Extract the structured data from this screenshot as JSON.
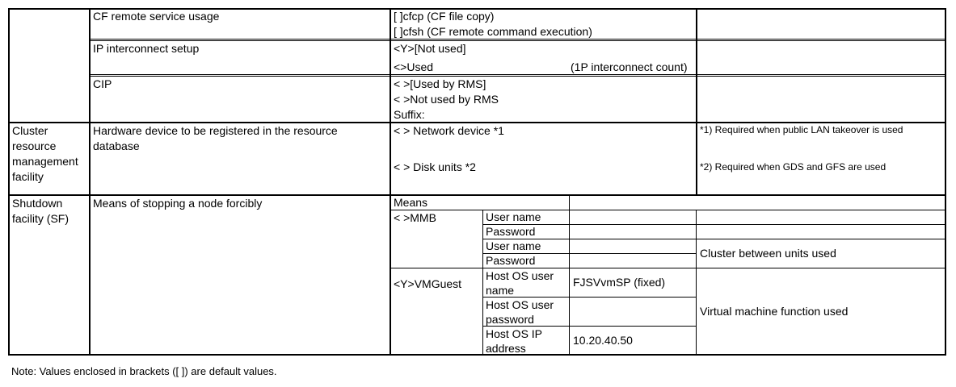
{
  "rows": {
    "cf_remote": {
      "item": "CF remote service usage",
      "options": [
        "[ ]cfcp (CF file copy)",
        "[ ]cfsh (CF remote command execution)"
      ]
    },
    "ip_interconnect": {
      "item": "IP interconnect setup",
      "options": [
        "<Y>[Not used]",
        "<>Used"
      ],
      "count_label": "(1P interconnect count)"
    },
    "cip": {
      "item": "CIP",
      "options": [
        "< >[Used by RMS]",
        "< >Not used by RMS",
        "Suffix:"
      ]
    },
    "crm": {
      "category": "Cluster resource management facility",
      "item": "Hardware device to be registered in the resource database",
      "options": [
        "< > Network device  *1",
        "< > Disk units  *2"
      ],
      "remarks": [
        "*1) Required when public LAN takeover is used",
        "*2) Required when GDS and GFS are used"
      ]
    },
    "sf": {
      "category": "Shutdown facility (SF)",
      "item": "Means of stopping a node forcibly",
      "means_header": "Means",
      "mmb": {
        "label": "< >MMB",
        "user_name": "User name",
        "password": "Password",
        "user_name_2": "User name",
        "password_2": "Password",
        "remark": "Cluster between units used"
      },
      "vmguest": {
        "label": "<Y>VMGuest",
        "host_user_label": "Host OS user name",
        "host_user_value": "FJSVvmSP (fixed)",
        "host_password_label": "Host OS user password",
        "host_password_value": "",
        "host_ip_label": "Host OS IP address",
        "host_ip_value": "10.20.40.50",
        "remark": "Virtual machine function used"
      }
    }
  },
  "note": "Note: Values enclosed in brackets ([ ]) are default values."
}
